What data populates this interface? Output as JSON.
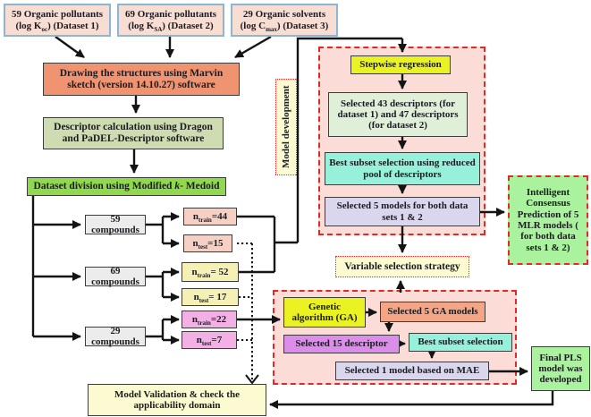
{
  "datasets": [
    {
      "line1": "59 Organic pollutants",
      "pre": "(log K",
      "sub": "oc",
      "post": ") (Dataset 1)"
    },
    {
      "line1": "69 Organic pollutants",
      "pre": "(log K",
      "sub": "SA",
      "post": ") (Dataset 2)"
    },
    {
      "line1": "29 Organic solvents",
      "pre": "(log C",
      "sub": "max",
      "post": ") (Dataset 3)"
    }
  ],
  "process": {
    "marvin": "Drawing the structures using Marvin sketch (version 14.10.27) software",
    "descriptor_calc": "Descriptor calculation using Dragon and PaDEL-Descriptor software",
    "division_pre": "Dataset division using Modified ",
    "division_k": "k",
    "division_post": "- Medoid"
  },
  "splits": [
    {
      "compounds": "59 compounds",
      "train": {
        "pre": "n",
        "sub": "train",
        "val": "=44"
      },
      "test": {
        "pre": "n",
        "sub": "test",
        "val": "=15"
      }
    },
    {
      "compounds": "69 compounds",
      "train": {
        "pre": "n",
        "sub": "train",
        "val": "= 52"
      },
      "test": {
        "pre": "n",
        "sub": "test",
        "val": "= 17"
      }
    },
    {
      "compounds": "29 compounds",
      "train": {
        "pre": "n",
        "sub": "train",
        "val": "=22"
      },
      "test": {
        "pre": "n",
        "sub": "test",
        "val": "=7"
      }
    }
  ],
  "mlr_panel": {
    "label": "Model development",
    "stepwise": "Stepwise regression",
    "selected_descriptors": "Selected 43 descriptors (for dataset 1) and 47 descriptors (for dataset 2)",
    "best_subset": "Best subset selection using reduced pool of descriptors",
    "selected_models": "Selected 5 models for both data sets 1 & 2"
  },
  "icp": "Intelligent Consensus Prediction  of 5 MLR models ( for both data sets 1 & 2)",
  "variable_selection": "Variable selection strategy",
  "ga_panel": {
    "ga": "Genetic algorithm (GA)",
    "ga_models": "Selected 5 GA models",
    "descriptors": "Selected 15 descriptor",
    "best_subset": "Best subset selection",
    "mae": "Selected 1 model based on MAE"
  },
  "final_pls": "Final PLS model was developed",
  "validation": "Model Validation & check the applicability domain",
  "colors": {
    "ink": "#1b1b22",
    "red_accent": "#e3282a",
    "dataset_fill": "#f8ddd3",
    "dataset_border": "#8ab6d9",
    "salmon": "#f09371",
    "sage": "#cfdcb2",
    "green": "#90d94e",
    "gray_box": "#ececec",
    "pink_n": "#f7d0c4",
    "yellow_n": "#f5f1b5",
    "magenta_n": "#f3b0e5",
    "cream": "#fbfad0",
    "panel_pink": "#fbdcd6",
    "bright_yellow": "#eaf222",
    "pale_green": "#e0efd8",
    "aqua": "#97f0d9",
    "lavender": "#d9d6ee",
    "light_green": "#aaf29e",
    "salmon2": "#f2a686",
    "violet": "#db8de9",
    "line": "#141414"
  }
}
